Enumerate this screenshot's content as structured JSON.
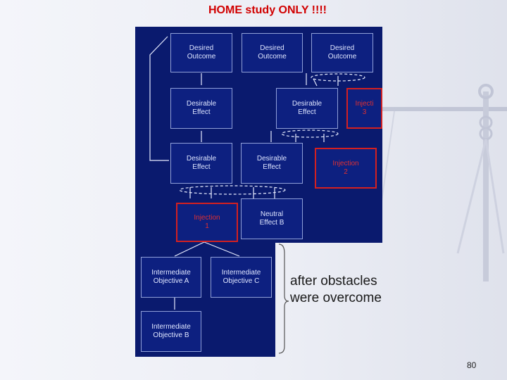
{
  "slide": {
    "title": "HOME study ONLY !!!!",
    "note": "after obstacles\nwere overcome",
    "page_number": "80"
  },
  "diagram": {
    "boxes": {
      "outcome1": "Desired\nOutcome",
      "outcome2": "Desired\nOutcome",
      "outcome3": "Desired\nOutcome",
      "effect_top1": "Desirable\nEffect",
      "effect_top2": "Desirable\nEffect",
      "injection3": "Injecti\n3",
      "effect_mid1": "Desirable\nEffect",
      "effect_mid2": "Desirable\nEffect",
      "injection2": "Injection\n2",
      "injection1": "Injection\n1",
      "neutral_b": "Neutral\nEffect B",
      "objective_a": "Intermediate\nObjective A",
      "objective_c": "Intermediate\nObjective C",
      "objective_b": "Intermediate\nObjective B"
    }
  },
  "colors": {
    "panel": "#0a1a6e",
    "box_border": "#8f9fd8",
    "injection_red": "#d42020",
    "title_red": "#d10000"
  }
}
